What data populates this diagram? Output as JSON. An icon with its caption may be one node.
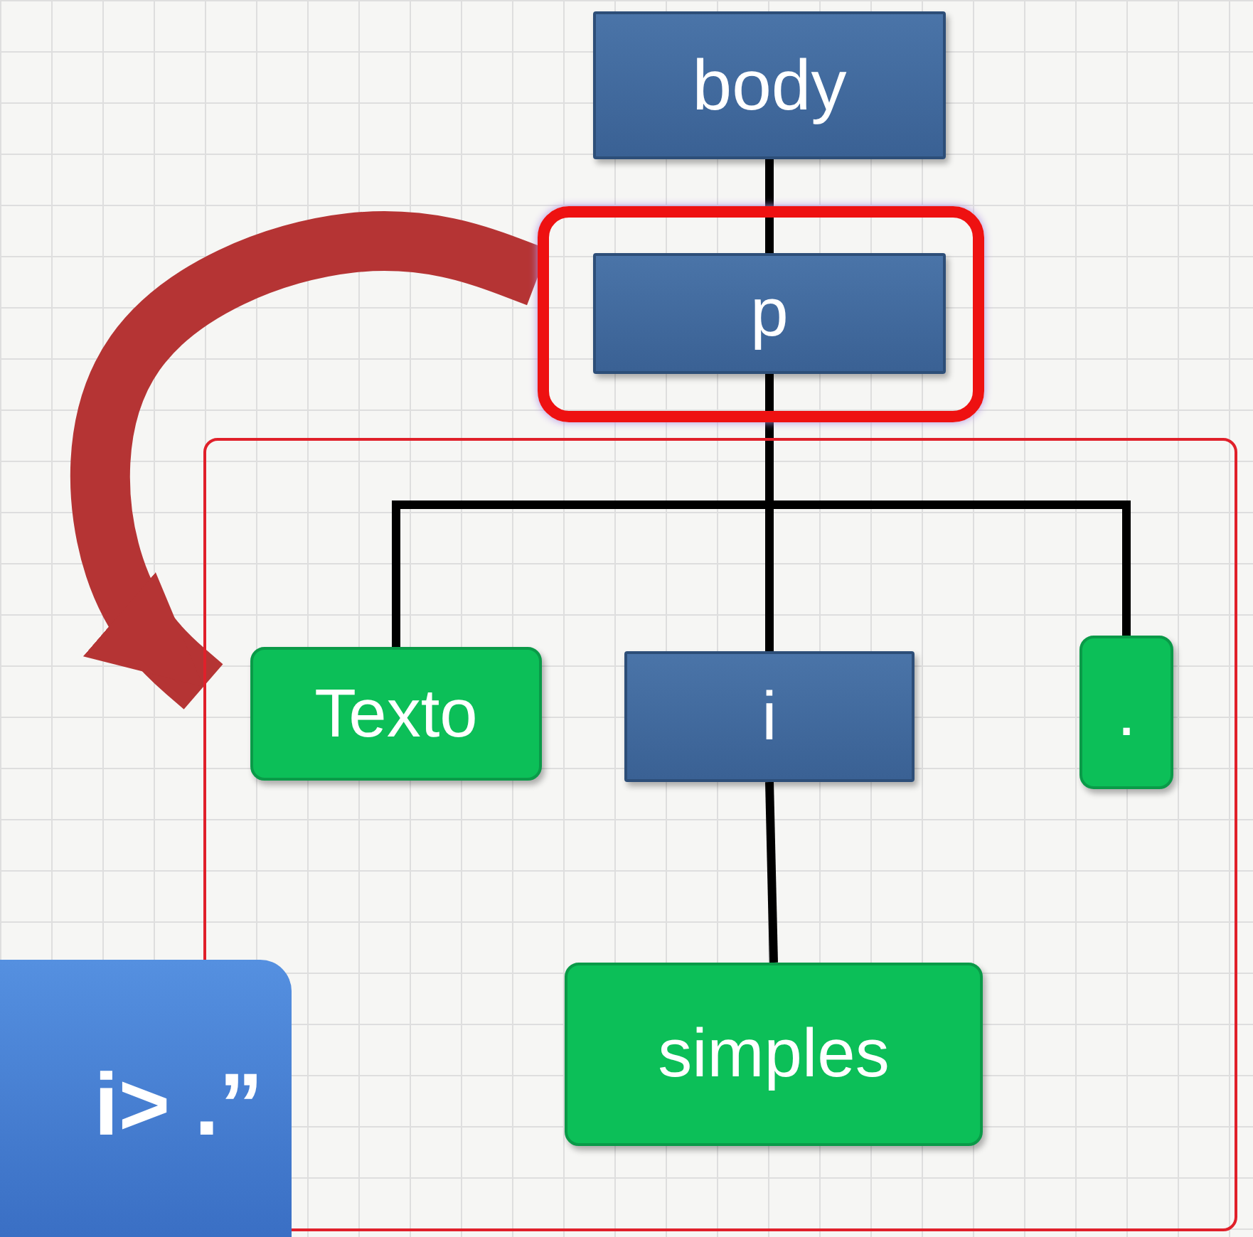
{
  "diagram": {
    "nodes": [
      {
        "text": [
          "body"
        ]
      },
      {
        "text": [],
        "shape": "box"
      },
      {
        "text": [
          "p"
        ],
        "in": 1
      },
      {
        "text": [],
        "shape": "box"
      },
      {
        "text": [
          "Texto"
        ],
        "in": 3
      },
      {
        "text": [
          "i"
        ],
        "in": 3
      },
      {
        "text": [
          "."
        ],
        "in": 3
      },
      {
        "text": [
          "simples"
        ],
        "in": 3
      },
      {
        "text": [
          "i> .”"
        ]
      }
    ],
    "edges": [
      {
        "from": 0,
        "to": 2,
        "arrow": "none"
      },
      {
        "from": 2,
        "to": 4,
        "arrow": "none"
      },
      {
        "from": 2,
        "to": 5,
        "arrow": "none"
      },
      {
        "from": 2,
        "to": 6,
        "arrow": "none"
      },
      {
        "from": 5,
        "to": 7,
        "arrow": "none"
      },
      {
        "from": 1,
        "to": 3,
        "arrow": "to",
        "style": "thick",
        "color": "#b53434"
      }
    ]
  }
}
